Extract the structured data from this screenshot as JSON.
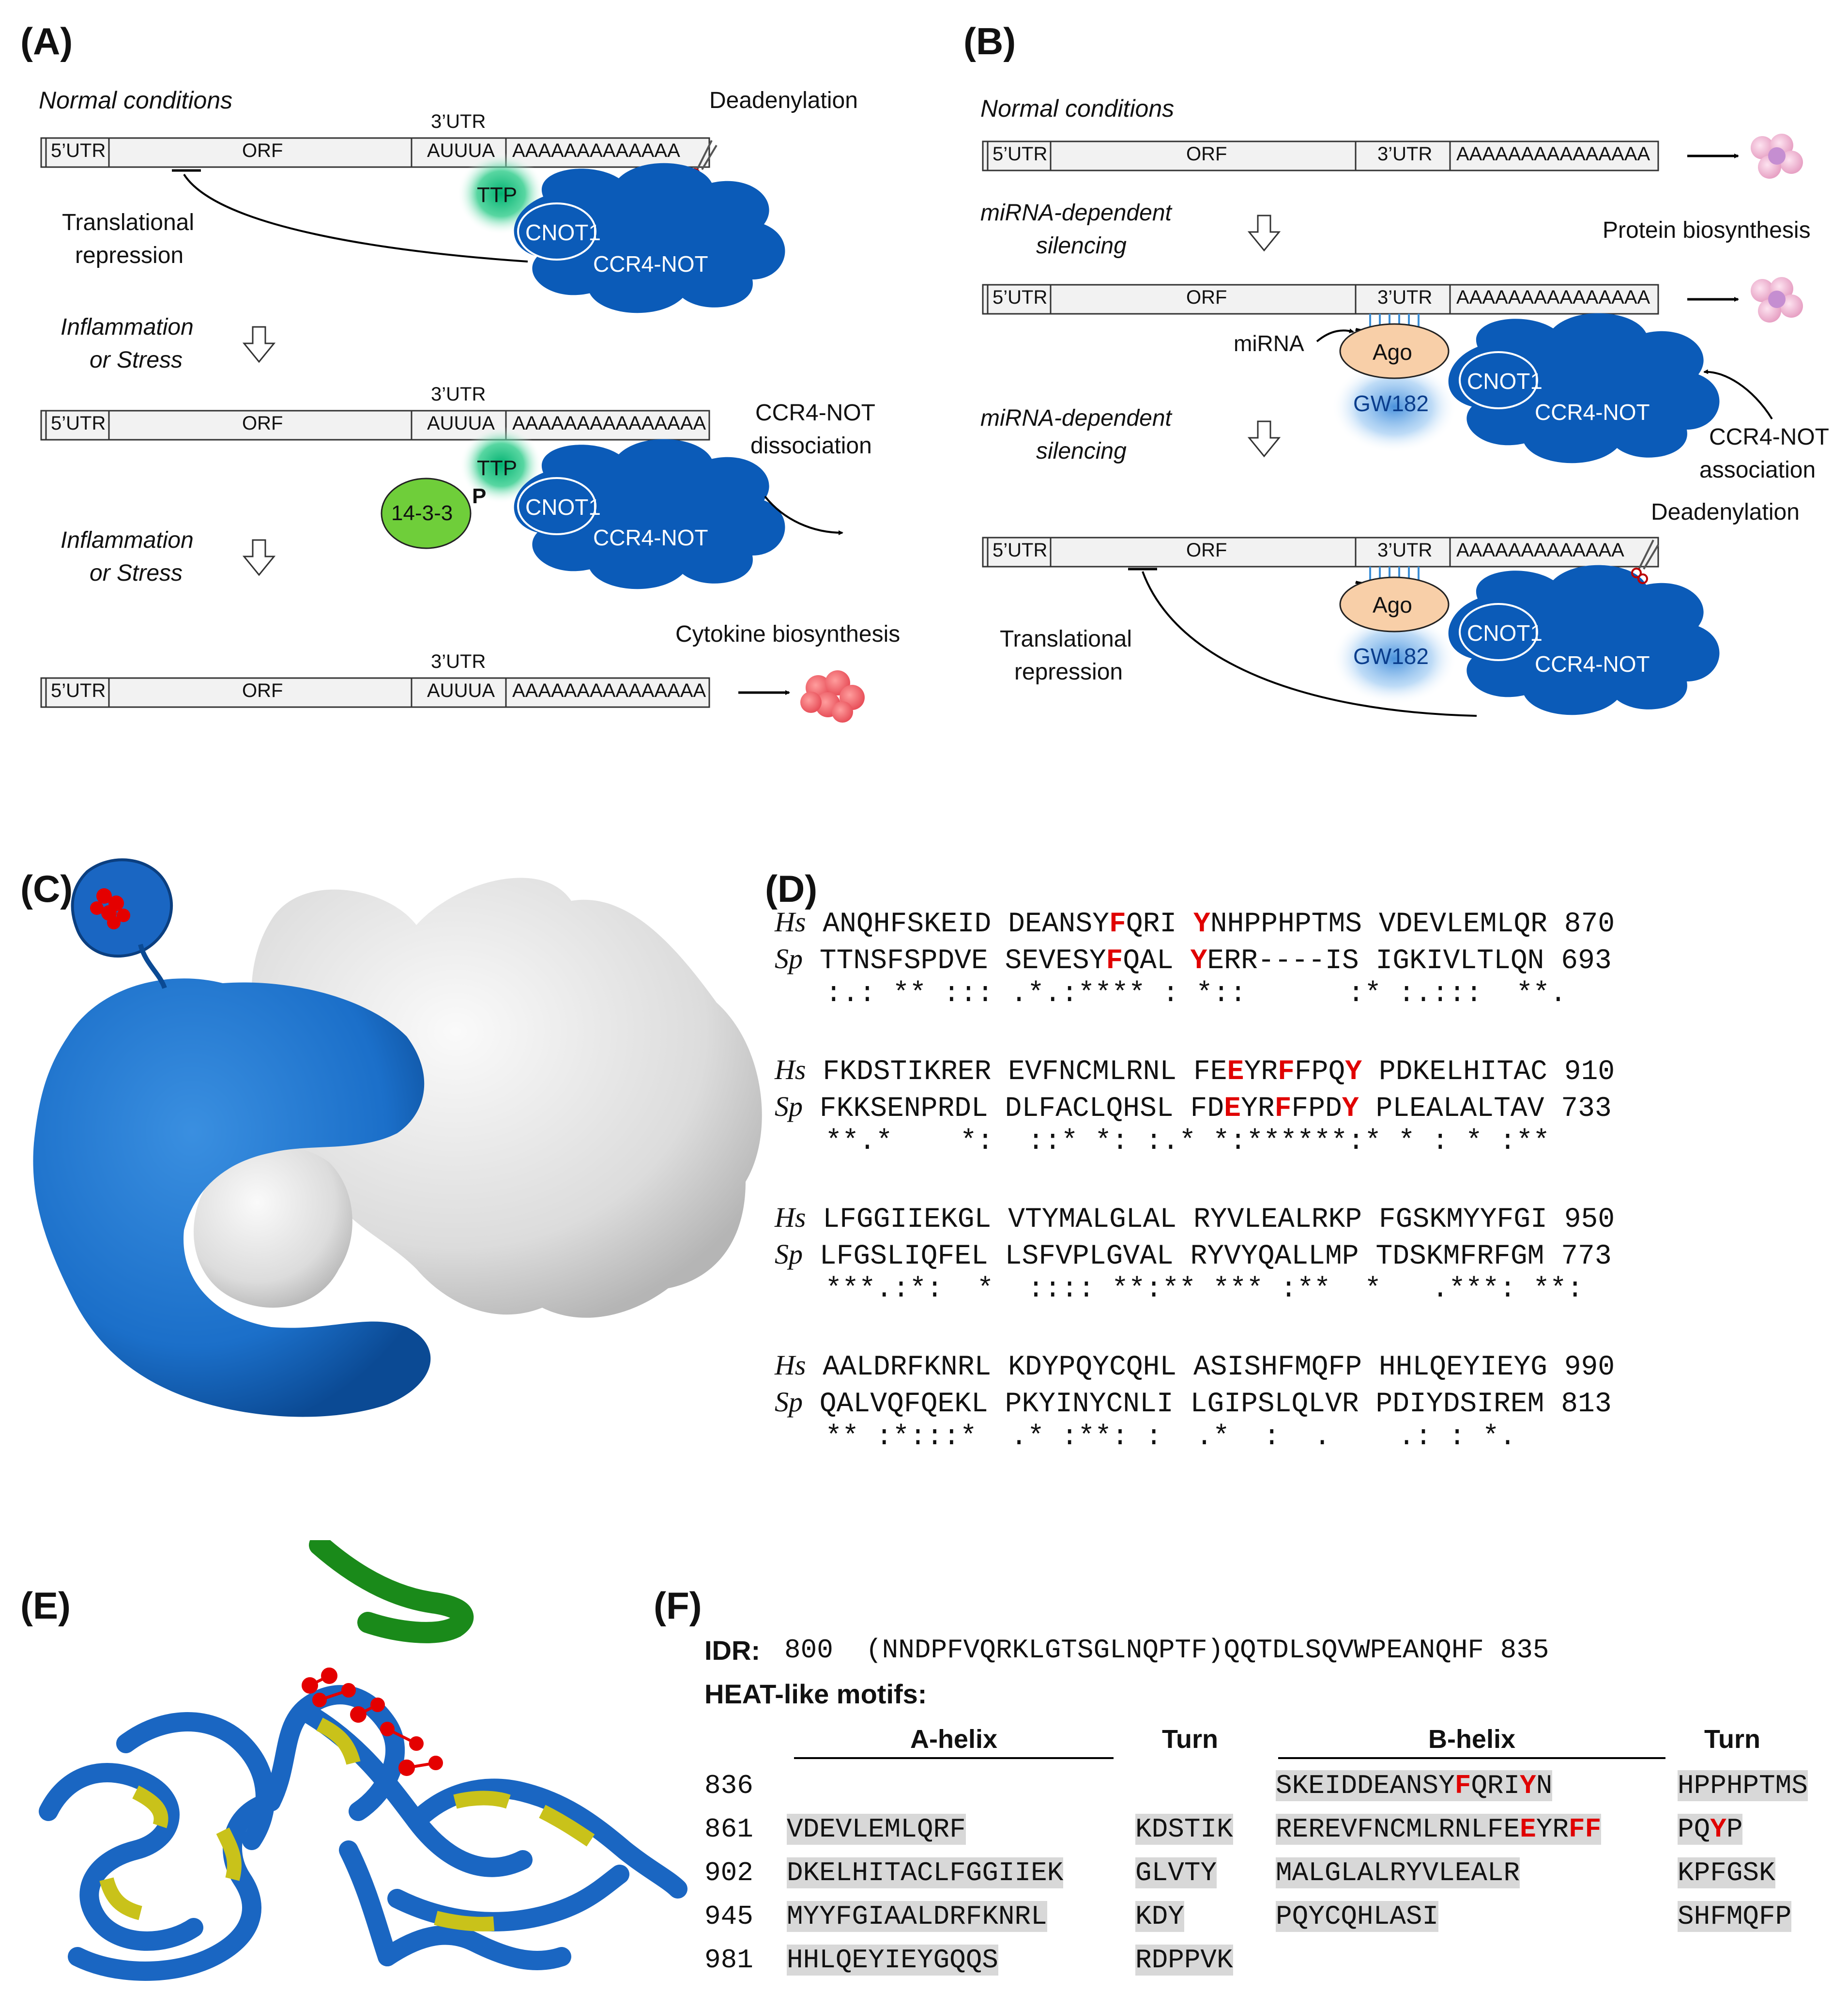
{
  "panels": {
    "A": "(A)",
    "B": "(B)",
    "C": "(C)",
    "D": "(D)",
    "E": "(E)",
    "F": "(F)"
  },
  "panelA": {
    "normal": "Normal conditions",
    "utr5": "5’UTR",
    "orf": "ORF",
    "utr3": "3’UTR",
    "auuua": "AUUUA",
    "polyA1": "AAAAAAAAAAAAA",
    "polyA2": "AAAAAAAAAAAAAAA",
    "polyA3": "AAAAAAAAAAAAAAA",
    "deadenylation": "Deadenylation",
    "ttp": "TTP",
    "cnot1": "CNOT1",
    "ccr4not": "CCR4-NOT",
    "transRep1": "Translational",
    "transRep2": "repression",
    "inflam1": "Inflammation",
    "inflam2": "or Stress",
    "p1433": "14-3-3",
    "p": "P",
    "dissoc1": "CCR4-NOT",
    "dissoc2": "dissociation",
    "cytokine": "Cytokine biosynthesis"
  },
  "panelB": {
    "normal": "Normal conditions",
    "utr5": "5’UTR",
    "orf": "ORF",
    "utr3": "3’UTR",
    "polyA1": "AAAAAAAAAAAAAAA",
    "polyA2": "AAAAAAAAAAAAAAA",
    "polyA3": "AAAAAAAAAAAAA",
    "mirna1": "miRNA-dependent",
    "mirna2": "silencing",
    "protein": "Protein biosynthesis",
    "mirna": "miRNA",
    "ago": "Ago",
    "gw182": "GW182",
    "cnot1": "CNOT1",
    "ccr4not": "CCR4-NOT",
    "assoc1": "CCR4-NOT",
    "assoc2": "association",
    "deadenylation": "Deadenylation",
    "transRep1": "Translational",
    "transRep2": "repression"
  },
  "panelD": {
    "blocks": [
      {
        "hs": "ANQHFSKEID DEANSY<F>QRI <Y>NHPPHPTMS VDEVLEMLQR",
        "hsn": "870",
        "sp": "TTNSFSPDVE SEVESY<F>QAL <Y>ERR----IS IGKIVLTLQN",
        "spn": "693",
        "cons": ":.: ** ::: .*.:**** : *::      :* :.:::  **."
      },
      {
        "hs": "FKDSTIKRER EVFNCMLRNL FE<E>YR<F>FPQ<Y> PDKELHITAC",
        "hsn": "910",
        "sp": "FKKSENPRDL DLFACLQHSL FD<E>YR<F>FPD<Y> PLEALALTAV",
        "spn": "733",
        "cons": "**.*    *:  ::* *: :.* *:******:* * : * :**"
      },
      {
        "hs": "LFGGIIEKGL VTYMALGLAL RYVLEALRKP FGSKMYYFGI",
        "hsn": "950",
        "sp": "LFGSLIQFEL LSFVPLGVAL RYVYQALLMP TDSKMFRFGM",
        "spn": "773",
        "cons": "***.:*:  *  :::: **:** *** :**  *   .***: **:"
      },
      {
        "hs": "AALDRFKNRL KDYPQYCQHL ASISHFMQFP HHLQEYIEYG",
        "hsn": "990",
        "sp": "QALVQFQEKL PKYINYCNLI LGIPSLQLVR PDIYDSIREM",
        "spn": "813",
        "cons": "** :*:::*  .* :**: :  .*  :  .    .: : *."
      }
    ],
    "hsLabel": "Hs",
    "spLabel": "Sp"
  },
  "panelF": {
    "idrLabel": "IDR:",
    "idrSeq": "800  (NNDPFVQRKLGTSGLNQPTF)QQTDLSQVWPEANQHF 835",
    "heatLabel": "HEAT-like motifs:",
    "hdrAhelix": "A-helix",
    "hdrTurn1": "Turn",
    "hdrBhelix": "B-helix",
    "hdrTurn2": "Turn",
    "rows": [
      {
        "num": "836",
        "a": "",
        "t1": "",
        "b": "SKE[y:I]DDE[y:A]NSY[r:F]QR[y:I][r:Y]N",
        "t2": "HPPHPTMS"
      },
      {
        "num": "861",
        "a": "[g:V]DE[y:V][y:L]EM[y:L]QRF",
        "t1": "KDSTIK",
        "b": "RERE[y:V]FNC[y:M]LRN[y:L]FE[r:E]YR[r:F][r:F]",
        "t2": "PQ[r:Y]P"
      },
      {
        "num": "902",
        "a": "DKE[y:L]HIT[y:A]CLF[y:G]GIIEK",
        "t1": "GLVTY",
        "b": "M[y:A]LGL[y:A]LRY[y:V]LE[y:A]LR",
        "t2": "KPFGSK"
      },
      {
        "num": "945",
        "a": "MYY[y:F][y:G]IA[y:A]LDR[y:F]KNRL",
        "t1": "KDY",
        "b": "PQ[y:Y]CQH[y:L]ASI",
        "t2": "SHFMQFP"
      },
      {
        "num": "981",
        "a": "HH[y:L]QEY[y:I]EYGQQS",
        "t1": "RDPPVK",
        "b": "",
        "t2": ""
      }
    ]
  }
}
